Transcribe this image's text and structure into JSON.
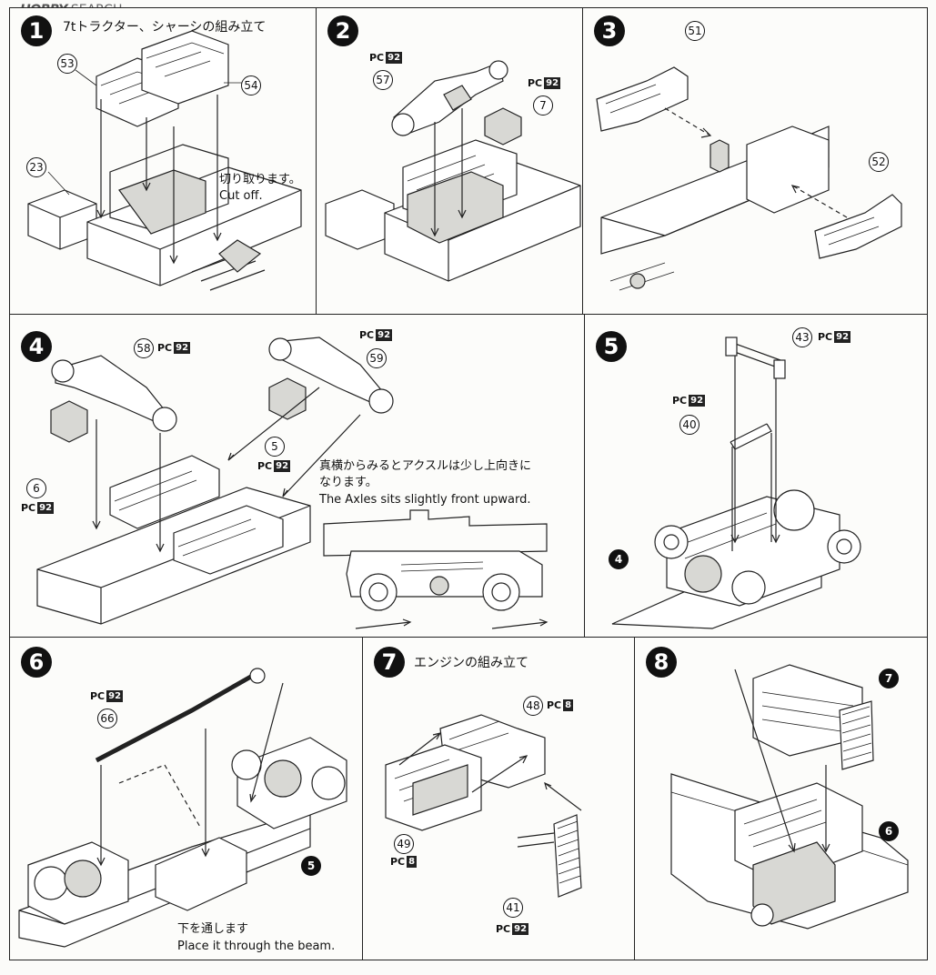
{
  "watermark": {
    "logo": "HOBBY",
    "text": "SEARCH"
  },
  "steps": [
    {
      "number": "1",
      "title": "7tトラクター、シャーシの組み立て",
      "callouts": [
        "53",
        "54",
        "23"
      ],
      "note_jp": "切り取ります。",
      "note_en": "Cut off."
    },
    {
      "number": "2",
      "callouts": [
        "57",
        "7"
      ],
      "pc": [
        {
          "prefix": "PC",
          "num": "92"
        },
        {
          "prefix": "PC",
          "num": "92"
        }
      ]
    },
    {
      "number": "3",
      "callouts": [
        "51",
        "52"
      ]
    },
    {
      "number": "4",
      "callouts": [
        "58",
        "59",
        "5",
        "6"
      ],
      "pc": [
        {
          "prefix": "PC",
          "num": "92"
        },
        {
          "prefix": "PC",
          "num": "92"
        },
        {
          "prefix": "PC",
          "num": "92"
        },
        {
          "prefix": "PC",
          "num": "92"
        }
      ],
      "note_jp": "真横からみるとアクスルは少し上向きになります。",
      "note_jp_line1": "真横からみるとアクスルは少し上向きに",
      "note_jp_line2": "なります。",
      "note_en": "The Axles sits slightly front upward."
    },
    {
      "number": "5",
      "callouts": [
        "43",
        "40",
        "4"
      ],
      "pc": [
        {
          "prefix": "PC",
          "num": "92"
        },
        {
          "prefix": "PC",
          "num": "92"
        }
      ]
    },
    {
      "number": "6",
      "callouts": [
        "66",
        "5"
      ],
      "pc": [
        {
          "prefix": "PC",
          "num": "92"
        }
      ],
      "note_jp": "下を通します",
      "note_en": "Place it through the beam."
    },
    {
      "number": "7",
      "title": "エンジンの組み立て",
      "callouts": [
        "48",
        "49",
        "41"
      ],
      "pc": [
        {
          "prefix": "PC",
          "num": "8"
        },
        {
          "prefix": "PC",
          "num": "8"
        },
        {
          "prefix": "PC",
          "num": "92"
        }
      ]
    },
    {
      "number": "8",
      "callouts": [
        "7",
        "6"
      ]
    }
  ]
}
